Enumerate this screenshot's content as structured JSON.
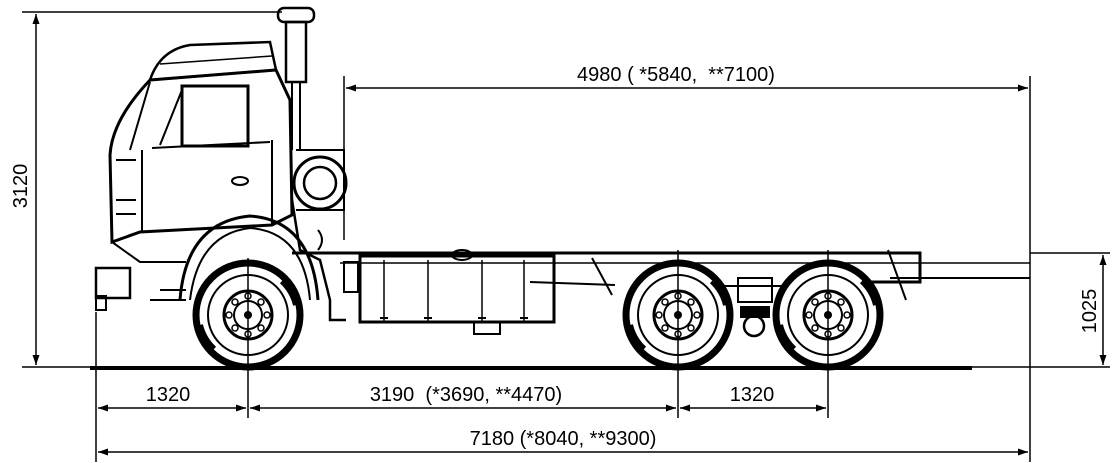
{
  "diagram": {
    "dimensions": {
      "overall_height": "3120",
      "frame_height": "1025",
      "body_length": "4980 ( *5840,  **7100)",
      "front_overhang": "1320",
      "wheelbase_front_to_rear_bogie": "3190  (*3690, **4470)",
      "bogie_spacing": "1320",
      "overall_length": "7180 (*8040, **9300)"
    },
    "colors": {
      "line": "#000000",
      "background": "#ffffff"
    }
  }
}
